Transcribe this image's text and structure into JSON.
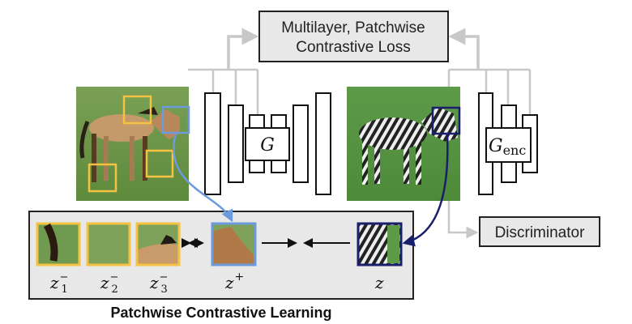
{
  "loss_box": {
    "line1": "Multilayer, Patchwise",
    "line2": "Contrastive Loss"
  },
  "generator": {
    "label": "G"
  },
  "encoder": {
    "label_main": "G",
    "label_sub": "enc"
  },
  "discriminator": {
    "label": "Discriminator"
  },
  "panel": {
    "title": "Patchwise Contrastive Learning",
    "patches": [
      {
        "var": "z",
        "sup": "−",
        "sub": "1"
      },
      {
        "var": "z",
        "sup": "−",
        "sub": "2"
      },
      {
        "var": "z",
        "sup": "−",
        "sub": "3"
      },
      {
        "var": "z",
        "sup": "+",
        "sub": ""
      },
      {
        "var": "z",
        "sup": "",
        "sub": ""
      }
    ]
  },
  "colors": {
    "negative": "#f5c242",
    "positive": "#6b9bdc",
    "query": "#1a1f6b",
    "connector": "#c8c8c8",
    "panel_bg": "#e8e8e8"
  }
}
